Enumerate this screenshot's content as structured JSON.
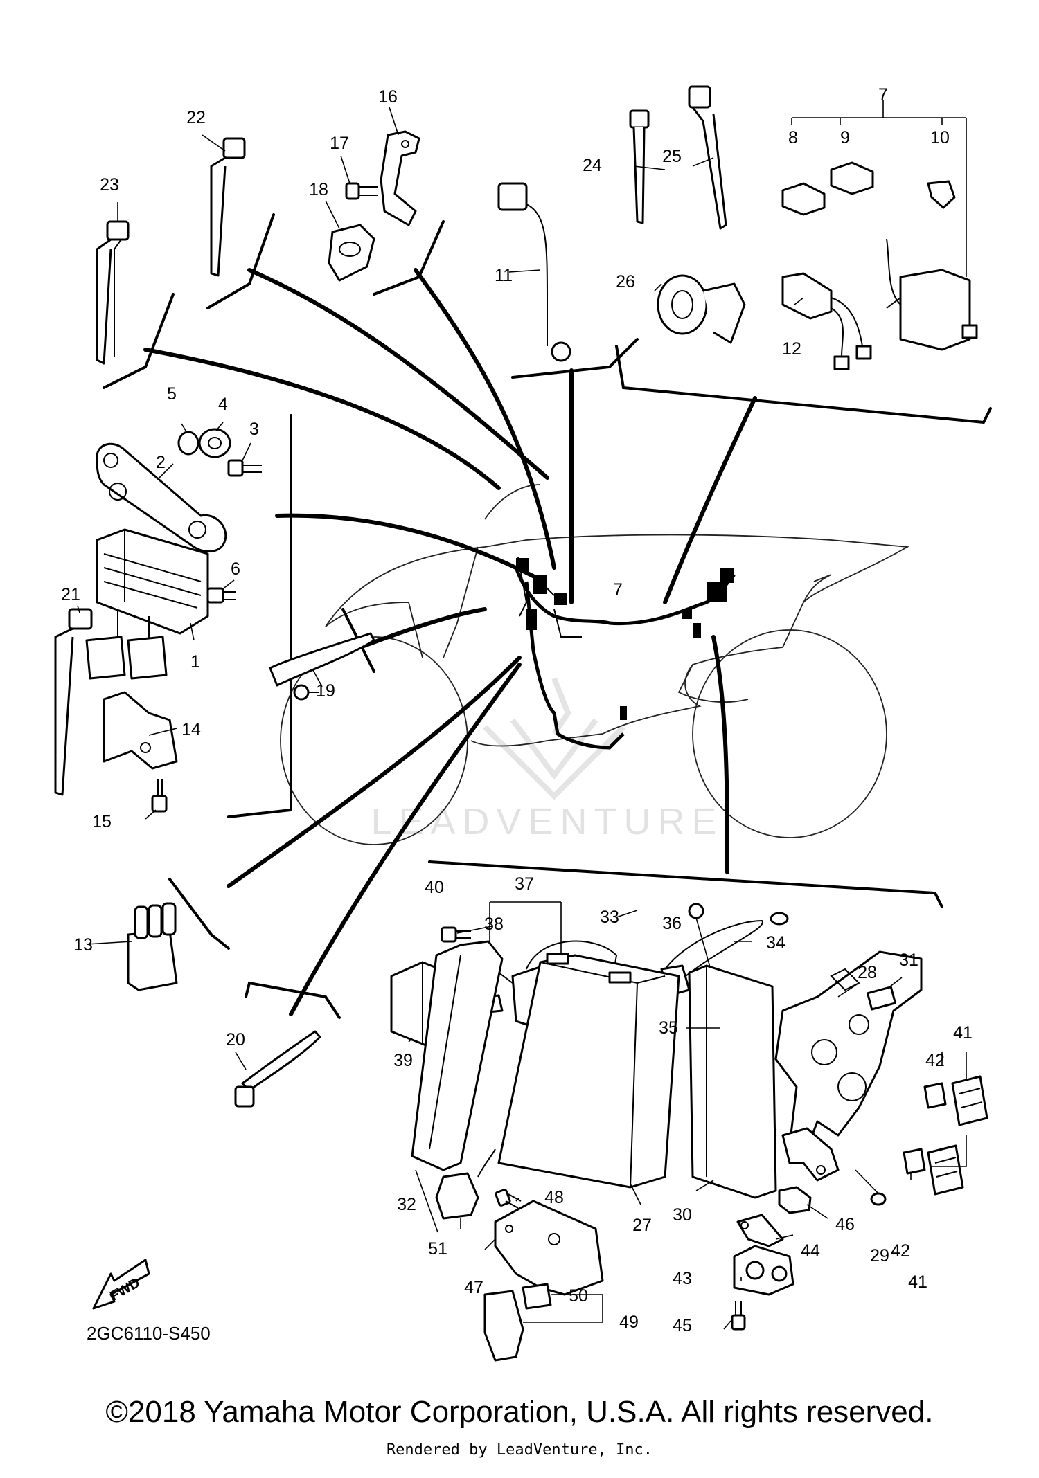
{
  "diagram": {
    "code": "2GC6110-S450",
    "fwd_label": "FWD",
    "watermark": "LEADVENTURE",
    "callouts": [
      {
        "id": "c1",
        "label": "1"
      },
      {
        "id": "c2",
        "label": "2"
      },
      {
        "id": "c3",
        "label": "3"
      },
      {
        "id": "c4",
        "label": "4"
      },
      {
        "id": "c5",
        "label": "5"
      },
      {
        "id": "c6",
        "label": "6"
      },
      {
        "id": "c7",
        "label": "7"
      },
      {
        "id": "c7b",
        "label": "7"
      },
      {
        "id": "c8",
        "label": "8"
      },
      {
        "id": "c9",
        "label": "9"
      },
      {
        "id": "c10",
        "label": "10"
      },
      {
        "id": "c11",
        "label": "11"
      },
      {
        "id": "c12",
        "label": "12"
      },
      {
        "id": "c13",
        "label": "13"
      },
      {
        "id": "c14",
        "label": "14"
      },
      {
        "id": "c15",
        "label": "15"
      },
      {
        "id": "c16",
        "label": "16"
      },
      {
        "id": "c17",
        "label": "17"
      },
      {
        "id": "c18",
        "label": "18"
      },
      {
        "id": "c19",
        "label": "19"
      },
      {
        "id": "c20",
        "label": "20"
      },
      {
        "id": "c21",
        "label": "21"
      },
      {
        "id": "c22",
        "label": "22"
      },
      {
        "id": "c23",
        "label": "23"
      },
      {
        "id": "c24",
        "label": "24"
      },
      {
        "id": "c25",
        "label": "25"
      },
      {
        "id": "c26",
        "label": "26"
      },
      {
        "id": "c27",
        "label": "27"
      },
      {
        "id": "c28",
        "label": "28"
      },
      {
        "id": "c29",
        "label": "29"
      },
      {
        "id": "c30",
        "label": "30"
      },
      {
        "id": "c31",
        "label": "31"
      },
      {
        "id": "c32",
        "label": "32"
      },
      {
        "id": "c33",
        "label": "33"
      },
      {
        "id": "c34",
        "label": "34"
      },
      {
        "id": "c35",
        "label": "35"
      },
      {
        "id": "c36",
        "label": "36"
      },
      {
        "id": "c37",
        "label": "37"
      },
      {
        "id": "c38",
        "label": "38"
      },
      {
        "id": "c39",
        "label": "39"
      },
      {
        "id": "c40",
        "label": "40"
      },
      {
        "id": "c41",
        "label": "41"
      },
      {
        "id": "c41b",
        "label": "41"
      },
      {
        "id": "c42",
        "label": "42"
      },
      {
        "id": "c42b",
        "label": "42"
      },
      {
        "id": "c43",
        "label": "43"
      },
      {
        "id": "c44",
        "label": "44"
      },
      {
        "id": "c45",
        "label": "45"
      },
      {
        "id": "c46",
        "label": "46"
      },
      {
        "id": "c47",
        "label": "47"
      },
      {
        "id": "c48",
        "label": "48"
      },
      {
        "id": "c49",
        "label": "49"
      },
      {
        "id": "c50",
        "label": "50"
      },
      {
        "id": "c51",
        "label": "51"
      }
    ]
  },
  "footer": {
    "copyright": "©2018 Yamaha Motor Corporation, U.S.A. All rights reserved.",
    "rendered_by": "Rendered by LeadVenture, Inc."
  }
}
